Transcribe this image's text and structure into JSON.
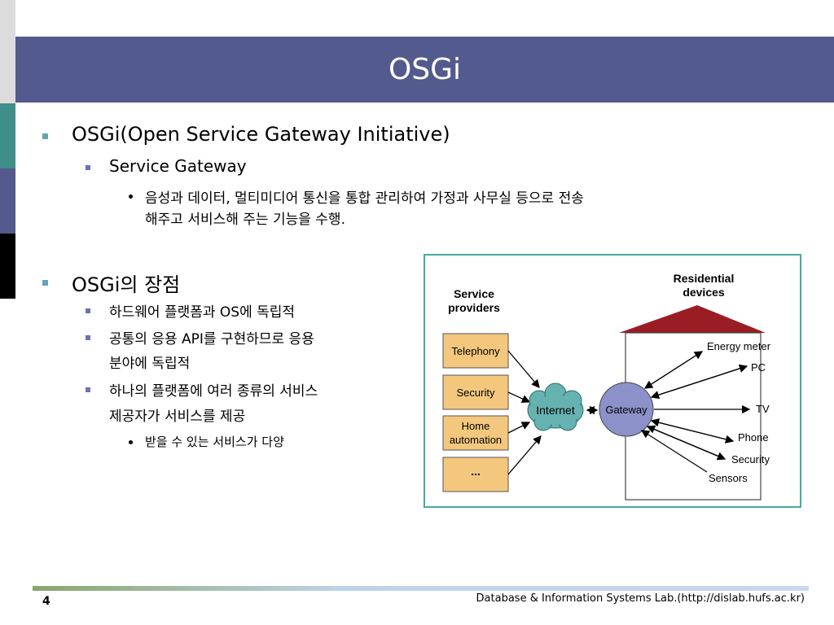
{
  "slide": {
    "title": "OSGi",
    "page_number": "4",
    "footer": "Database & Information Systems Lab.(http://dislab.hufs.ac.kr)"
  },
  "content": {
    "item1": {
      "text": "OSGi(Open Service Gateway Initiative)",
      "sub": "Service Gateway",
      "detail_line1": "음성과 데이터, 멀티미디어 통신을 통합 관리하여 가정과 사무실 등으로 전송",
      "detail_line2": "해주고 서비스해 주는 기능을 수행."
    },
    "item2": {
      "text": "OSGi의 장점",
      "sub1": "하드웨어 플랫폼과 OS에 독립적",
      "sub2_line1": "공통의 응용 API를 구현하므로 응용",
      "sub2_line2": "분야에 독립적",
      "sub3_line1": "하나의 플랫폼에 여러 종류의 서비스",
      "sub3_line2": "제공자가 서비스를 제공",
      "detail": "받을 수 있는 서비스가 다양"
    }
  },
  "figure": {
    "providers_title_line1": "Service",
    "providers_title_line2": "providers",
    "residential_title_line1": "Residential",
    "residential_title_line2": "devices",
    "providers": [
      "Telephony",
      "Security",
      "Home",
      "automation",
      "..."
    ],
    "internet": "Internet",
    "gateway": "Gateway",
    "devices": [
      "Energy meter",
      "PC",
      "TV",
      "Phone",
      "Security",
      "Sensors"
    ]
  },
  "colors": {
    "title_bar": "#535a8d",
    "provider_box": "#f3c87e",
    "internet_cloud": "#66b2b0",
    "gateway": "#8c91c9",
    "roof": "#9b1d24",
    "figure_border": "#45a99d"
  }
}
